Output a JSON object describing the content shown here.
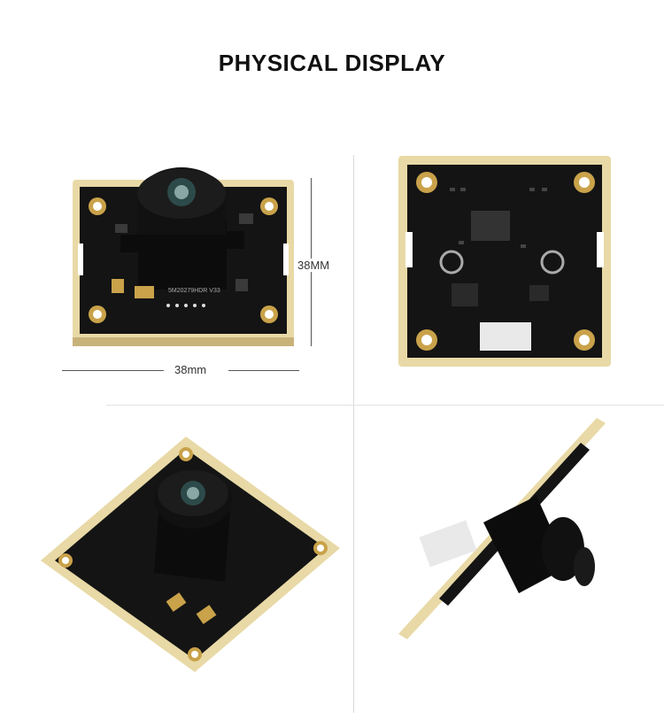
{
  "page": {
    "title": "PHYSICAL DISPLAY"
  },
  "dimensions": {
    "height_label": "38MM",
    "width_label": "38mm"
  },
  "board": {
    "silkscreen": "5M20279HDR V33"
  },
  "colors": {
    "pcb": "#141414",
    "frame": "#e6d49a",
    "gold": "#c9a24a",
    "lens": "#0d0d0d"
  }
}
